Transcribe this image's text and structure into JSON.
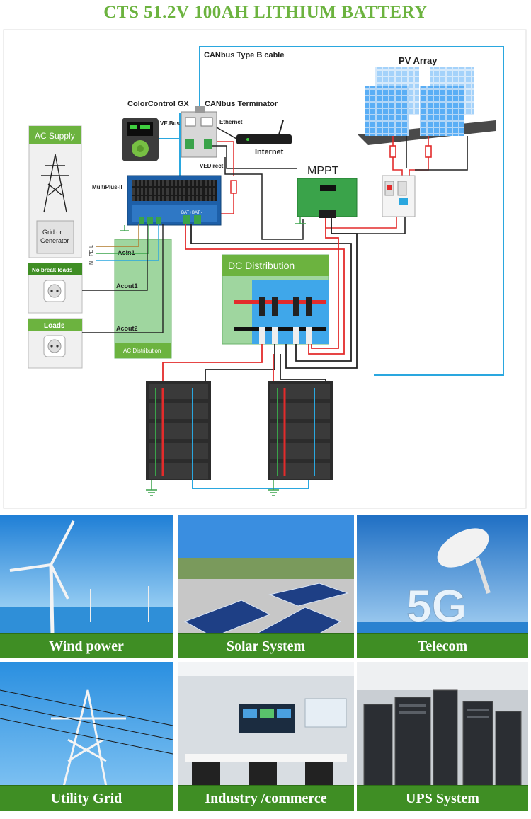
{
  "title": "CTS 51.2V 100AH LITHIUM BATTERY",
  "diagram": {
    "canbus_cable": "CANbus Type B cable",
    "pv_array": "PV Array",
    "colorcontrol": "ColorControl GX",
    "canbus_terminator": "CANbus Terminator",
    "vebus": "VE.Bus",
    "ethernet": "Ethernet",
    "internet": "Internet",
    "vedirect": "VEDirect",
    "mppt": "MPPT",
    "multiplus": "MultiPlus-II",
    "ac_supply": "AC Supply",
    "grid_generator_1": "Grid  or",
    "grid_generator_2": "Generator",
    "no_break_loads": "No break loads",
    "loads": "Loads",
    "acin1": "Acin1",
    "acout1": "Acout1",
    "acout2": "Acout2",
    "ac_distribution": "AC Distribution",
    "dc_distribution": "DC Distribution",
    "bat_plus": "BAT+",
    "bat_minus": "BAT -",
    "l": "L",
    "pe": "PE",
    "n": "N"
  },
  "applications": [
    {
      "label": "Wind power",
      "icon": "wind-turbine-icon"
    },
    {
      "label": "Solar System",
      "icon": "solar-panel-icon"
    },
    {
      "label": "Telecom",
      "icon": "satellite-dish-icon"
    },
    {
      "label": "Utility Grid",
      "icon": "power-tower-icon"
    },
    {
      "label": "Industry /commerce",
      "icon": "control-room-icon"
    },
    {
      "label": "UPS System",
      "icon": "server-rack-icon"
    }
  ],
  "telecom_badge": "5G",
  "colors": {
    "brand_green": "#6cb33f",
    "caption_green": "#3f8e24",
    "canbus_blue": "#2aa7df",
    "positive_red": "#e32b2b"
  }
}
